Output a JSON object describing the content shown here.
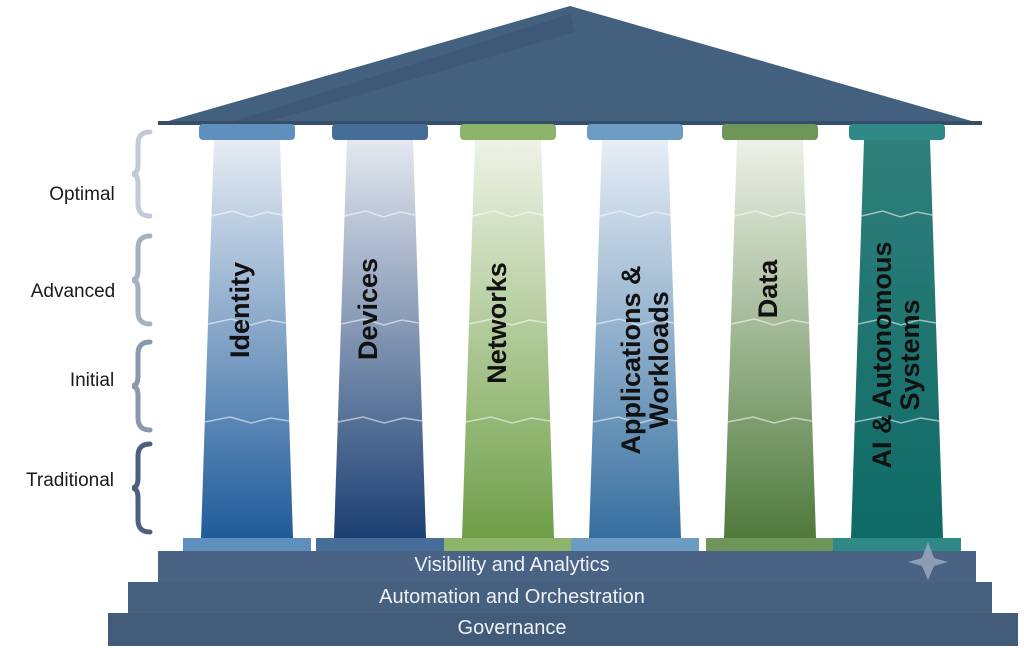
{
  "levels": [
    "Optimal",
    "Advanced",
    "Initial",
    "Traditional"
  ],
  "pillars": [
    {
      "label": "Identity",
      "top": "#e6ecf4",
      "bottom": "#1f5b9a",
      "cap": "#5e8fbd"
    },
    {
      "label": "Devices",
      "top": "#e4e8f0",
      "bottom": "#1b3f72",
      "cap": "#466c98"
    },
    {
      "label": "Networks",
      "top": "#eef3e6",
      "bottom": "#6f9f48",
      "cap": "#8db46a"
    },
    {
      "label": "Applications &\nWorkloads",
      "top": "#e8eef6",
      "bottom": "#356f9f",
      "cap": "#6d9cc2"
    },
    {
      "label": "Data",
      "top": "#edf1e8",
      "bottom": "#4f7a3c",
      "cap": "#6e9658"
    },
    {
      "label": "AI & Autonomous\nSystems",
      "top": "#2f7f7a",
      "bottom": "#0f6a66",
      "cap": "#2f8a87"
    }
  ],
  "foundation": [
    "Visibility and Analytics",
    "Automation and Orchestration",
    "Governance"
  ],
  "colors": {
    "roof": "#44607f",
    "roof_edge": "#354e6a",
    "step": "#4a6283",
    "brace": "#8a98ab"
  }
}
